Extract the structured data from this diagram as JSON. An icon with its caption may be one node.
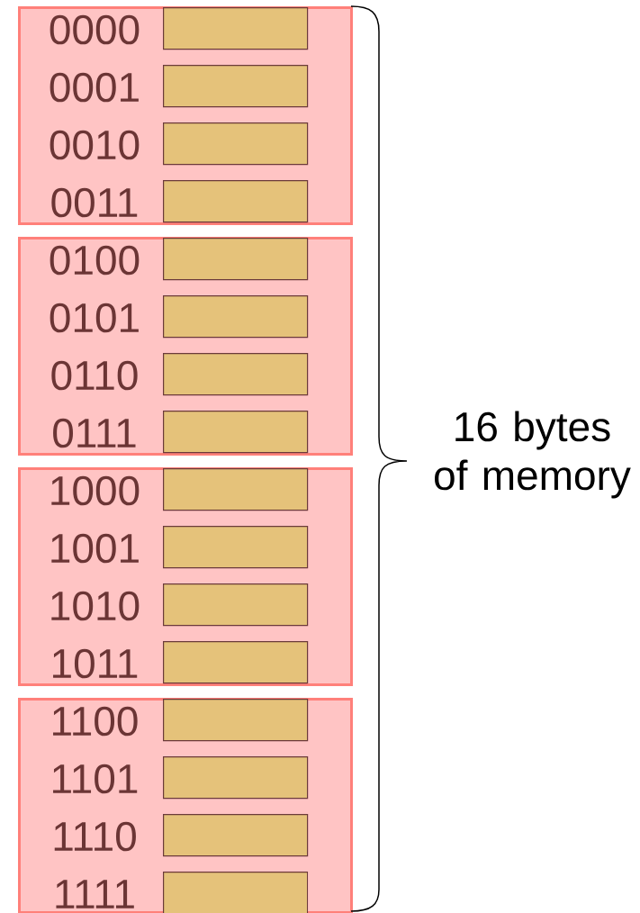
{
  "diagram": {
    "nodes": [
      {
        "text": [],
        "shape": "box"
      },
      {
        "text": [],
        "shape": "box",
        "in": 0,
        "beside": [
          "0000"
        ]
      },
      {
        "text": [],
        "shape": "box",
        "in": 0,
        "beside": [
          "0001"
        ]
      },
      {
        "text": [],
        "shape": "box",
        "in": 0,
        "beside": [
          "0010"
        ]
      },
      {
        "text": [],
        "shape": "box",
        "in": 0,
        "beside": [
          "0011"
        ]
      },
      {
        "text": [],
        "shape": "box"
      },
      {
        "text": [],
        "shape": "box",
        "in": 5,
        "beside": [
          "0100"
        ]
      },
      {
        "text": [],
        "shape": "box",
        "in": 5,
        "beside": [
          "0101"
        ]
      },
      {
        "text": [],
        "shape": "box",
        "in": 5,
        "beside": [
          "0110"
        ]
      },
      {
        "text": [],
        "shape": "box",
        "in": 5,
        "beside": [
          "0111"
        ]
      },
      {
        "text": [],
        "shape": "box"
      },
      {
        "text": [],
        "shape": "box",
        "in": 10,
        "beside": [
          "1000"
        ]
      },
      {
        "text": [],
        "shape": "box",
        "in": 10,
        "beside": [
          "1001"
        ]
      },
      {
        "text": [],
        "shape": "box",
        "in": 10,
        "beside": [
          "1010"
        ]
      },
      {
        "text": [],
        "shape": "box",
        "in": 10,
        "beside": [
          "1011"
        ]
      },
      {
        "text": [],
        "shape": "box"
      },
      {
        "text": [],
        "shape": "box",
        "in": 15,
        "beside": [
          "1100"
        ]
      },
      {
        "text": [],
        "shape": "box",
        "in": 15,
        "beside": [
          "1101"
        ]
      },
      {
        "text": [],
        "shape": "box",
        "in": 15,
        "beside": [
          "1110"
        ]
      },
      {
        "text": [],
        "shape": "box",
        "in": 15,
        "beside": [
          "1111"
        ]
      }
    ],
    "labels": [
      "16 bytes of memory"
    ]
  }
}
